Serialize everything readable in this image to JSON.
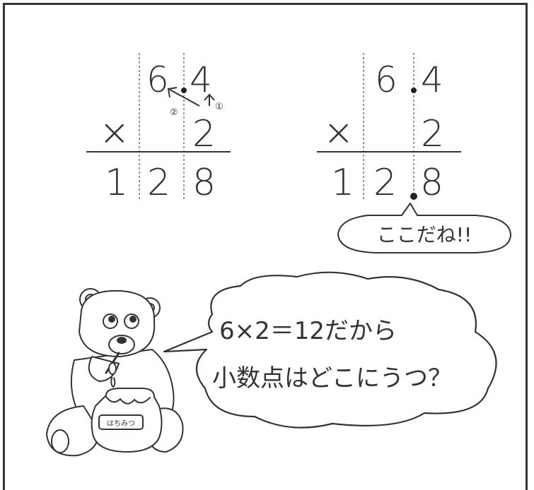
{
  "left_problem": {
    "multiplicand": [
      "6",
      "4"
    ],
    "multiplier": "2",
    "operator": "×",
    "product": [
      "1",
      "2",
      "8"
    ],
    "step_marks": [
      "①",
      "②"
    ]
  },
  "right_problem": {
    "multiplicand": [
      "6",
      "4"
    ],
    "multiplier": "2",
    "operator": "×",
    "product": [
      "1",
      "2",
      "8"
    ],
    "callout": "ここだね!!"
  },
  "bear": {
    "speech_line1": "6×2＝12だから",
    "speech_line2": "小数点はどこにうつ？",
    "jar_label": "はちみつ"
  },
  "colors": {
    "ink": "#333333",
    "background": "#ffffff"
  }
}
